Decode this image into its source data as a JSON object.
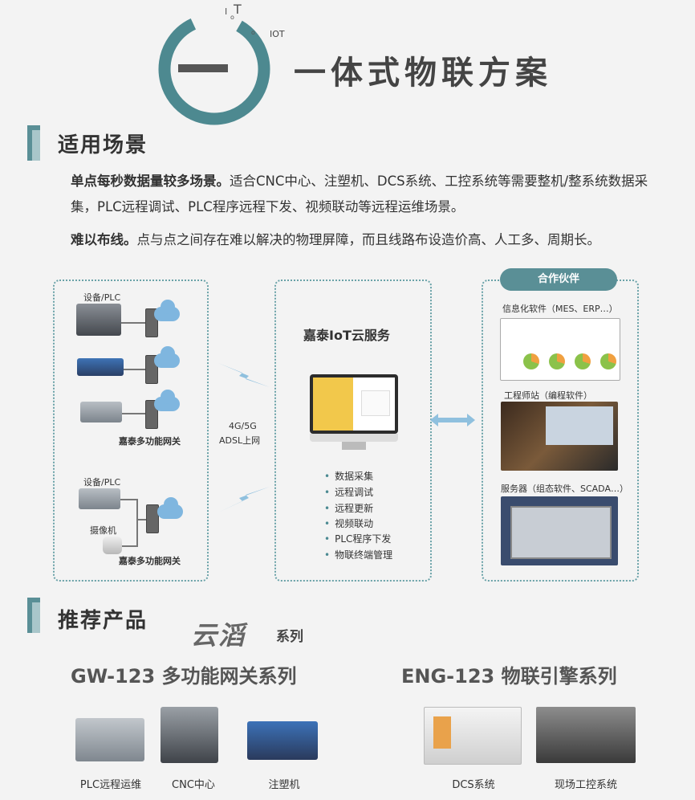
{
  "header": {
    "logo_letters": [
      "I",
      "T",
      "o",
      "o"
    ],
    "iot": "IOT",
    "title": "一体式物联方案"
  },
  "scenario": {
    "heading": "适用场景",
    "p1_bold": "单点每秒数据量较多场景。",
    "p1_rest": "适合CNC中心、注塑机、DCS系统、工控系统等需要整机/整系统数据采集，PLC远程调试、PLC程序远程下发、视频联动等远程运维场景。",
    "p2_bold": "难以布线。",
    "p2_rest": "点与点之间存在难以解决的物理屏障，而且线路布设造价高、人工多、周期长。"
  },
  "diagram": {
    "left": {
      "device_label_1": "设备/PLC",
      "gateway_label_1": "嘉泰多功能网关",
      "device_label_2": "设备/PLC",
      "camera_label": "摄像机",
      "gateway_label_2": "嘉泰多功能网关"
    },
    "link_label_1": "4G/5G",
    "link_label_2": "ADSL上网",
    "center": {
      "title": "嘉泰IoT云服务",
      "features": [
        "数据采集",
        "远程调试",
        "远程更新",
        "视频联动",
        "PLC程序下发",
        "物联终端管理"
      ]
    },
    "right": {
      "badge": "合作伙伴",
      "item1": "信息化软件（MES、ERP…）",
      "item2": "工程师站（编程软件）",
      "item3": "服务器（组态软件、SCADA…）"
    }
  },
  "products": {
    "heading": "推荐产品",
    "brand": "云滔",
    "series_suffix": "系列",
    "gw_title": "GW-123 多功能网关系列",
    "eng_title": "ENG-123 物联引擎系列",
    "gw_items": [
      "PLC远程运维",
      "CNC中心",
      "注塑机"
    ],
    "eng_items": [
      "DCS系统",
      "现场工控系统"
    ]
  },
  "colors": {
    "accent": "#5a8f96",
    "accent_light": "#a9c6ca",
    "ring": "#4d8990",
    "dashed": "#6aa2a8",
    "cloud": "#7fb6df",
    "arrow": "#8fc0de"
  }
}
